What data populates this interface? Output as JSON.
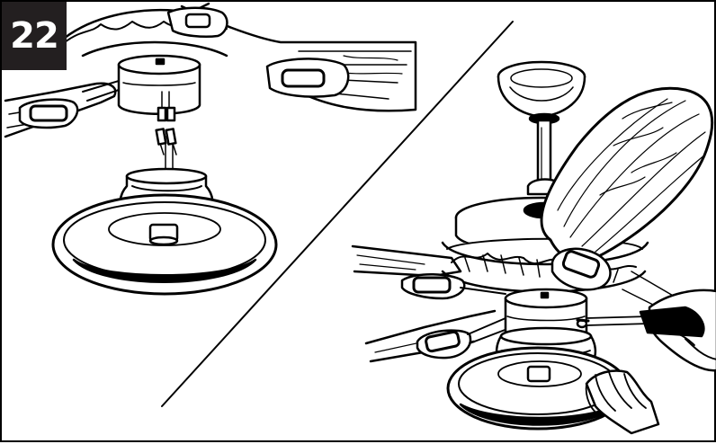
{
  "step": {
    "number": "22"
  },
  "illustration": {
    "colors": {
      "ink": "#000000",
      "paper": "#ffffff",
      "badge": "#231f20"
    },
    "icons": [
      "ceiling-fan-motor-housing",
      "light-kit-bowl",
      "wire-connectors",
      "fan-blade",
      "hands-installing-light-kit",
      "screwdriver"
    ]
  }
}
